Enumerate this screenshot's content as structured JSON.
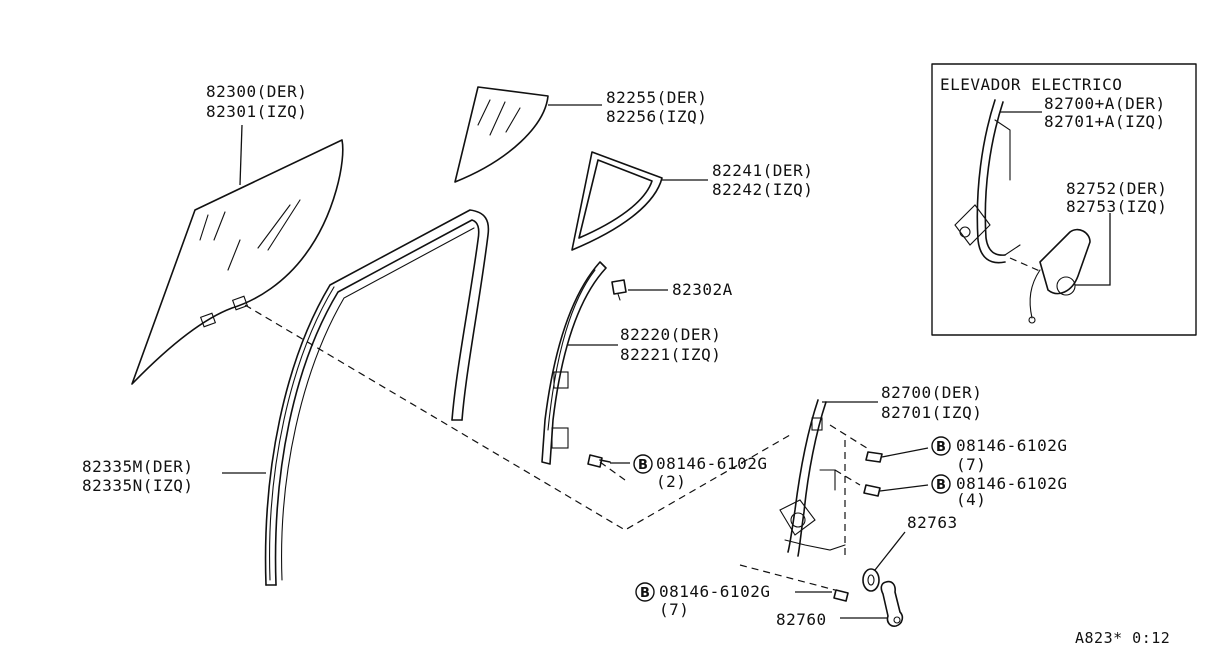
{
  "inset": {
    "title": "ELEVADOR ELECTRICO",
    "parts": [
      {
        "lines": [
          "82700+A(DER)",
          "82701+A(IZQ)"
        ]
      },
      {
        "lines": [
          "82752(DER)",
          "82753(IZQ)"
        ]
      }
    ]
  },
  "parts": {
    "glass": [
      "82300(DER)",
      "82301(IZQ)"
    ],
    "corner_glass": [
      "82255(DER)",
      "82256(IZQ)"
    ],
    "corner_seal": [
      "82241(DER)",
      "82242(IZQ)"
    ],
    "clip": "82302A",
    "sash": [
      "82220(DER)",
      "82221(IZQ)"
    ],
    "channel": [
      "82335M(DER)",
      "82335N(IZQ)"
    ],
    "regulator": [
      "82700(DER)",
      "82701(IZQ)"
    ],
    "handle_seat": "82763",
    "handle": "82760"
  },
  "bolts": [
    {
      "marker": "B",
      "code": "08146-6102G",
      "qty": "(2)"
    },
    {
      "marker": "B",
      "code": "08146-6102G",
      "qty": "(7)"
    },
    {
      "marker": "B",
      "code": "08146-6102G",
      "qty": "(4)"
    },
    {
      "marker": "B",
      "code": "08146-6102G",
      "qty": "(7)"
    }
  ],
  "figure_code": "A823* 0:12"
}
